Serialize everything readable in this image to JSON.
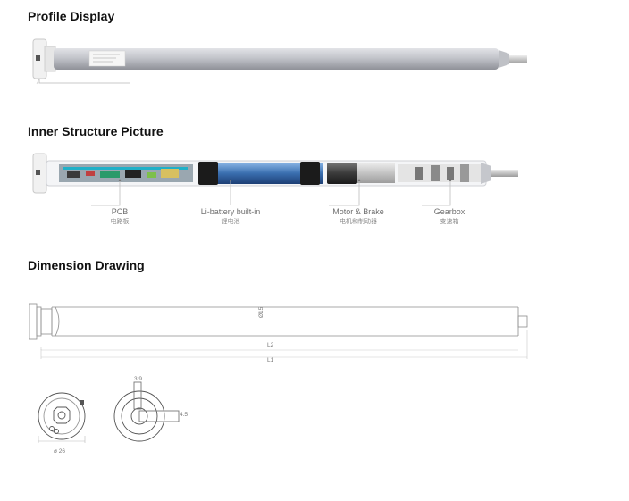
{
  "sections": {
    "profile": {
      "title": "Profile Display"
    },
    "inner": {
      "title": "Inner Structure Picture",
      "components": [
        {
          "label": "PCB",
          "sub": "电路板"
        },
        {
          "label": "Li-battery built-in",
          "sub": "锂电池"
        },
        {
          "label": "Motor & Brake",
          "sub": "电机和制动器"
        },
        {
          "label": "Gearbox",
          "sub": "变速箱"
        }
      ]
    },
    "dimension": {
      "title": "Dimension Drawing",
      "tube_diameter": "Ø15",
      "l2": "L2",
      "l1": "L1",
      "head_diameter": "ø 26",
      "shaft_width": "3.9",
      "shaft_length": "4.5"
    }
  },
  "colors": {
    "tube": "#b7b9c0",
    "battery": "#3a6fb0",
    "motor": "#3b3b3b",
    "line": "#9a9a9a"
  }
}
